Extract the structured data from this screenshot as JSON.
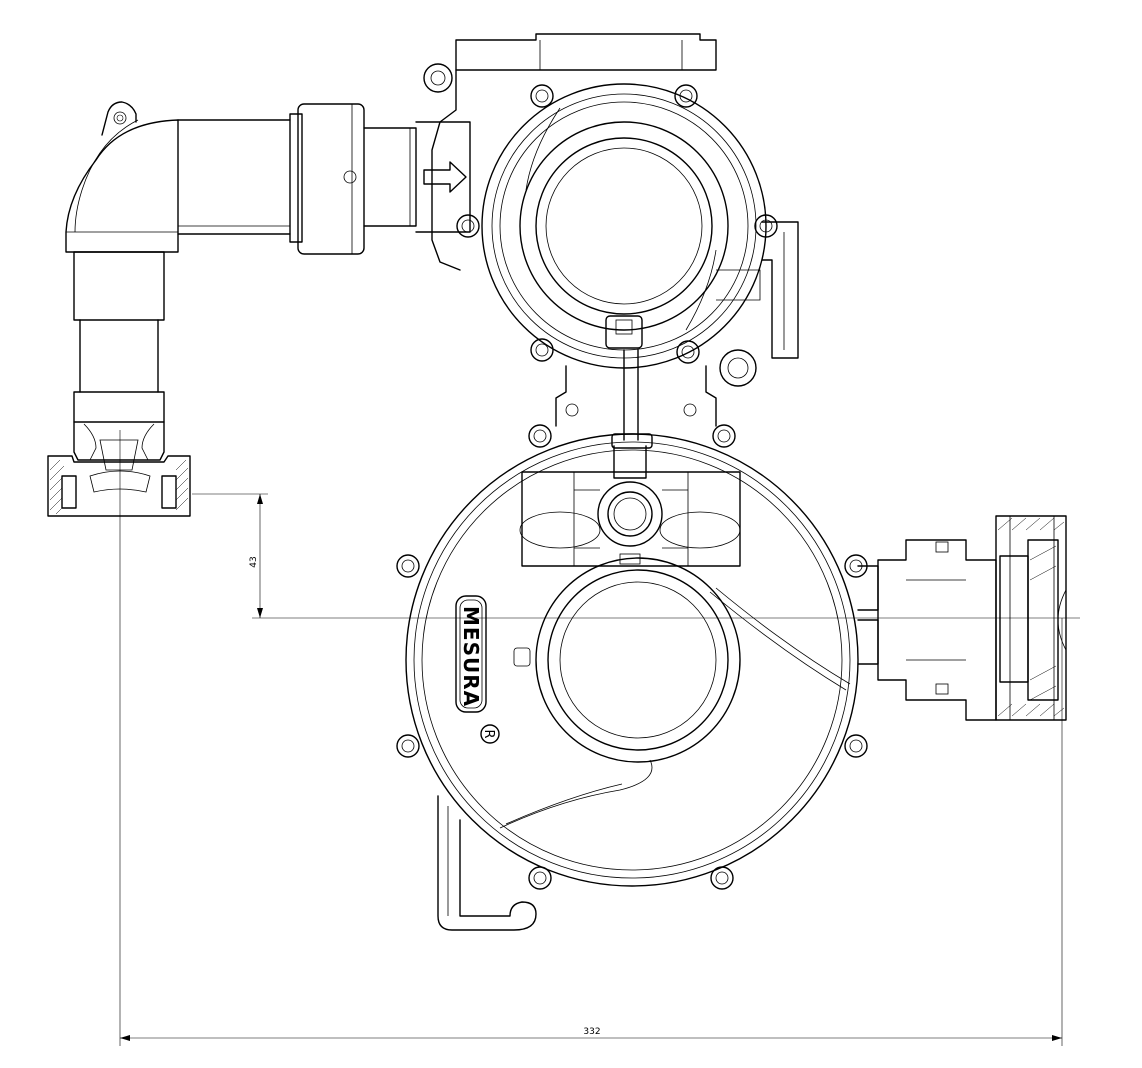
{
  "drawing": {
    "brand_logo": "MESURA",
    "registered_mark": "R",
    "dimensions": {
      "vertical_offset": "43",
      "overall_width": "332"
    }
  }
}
